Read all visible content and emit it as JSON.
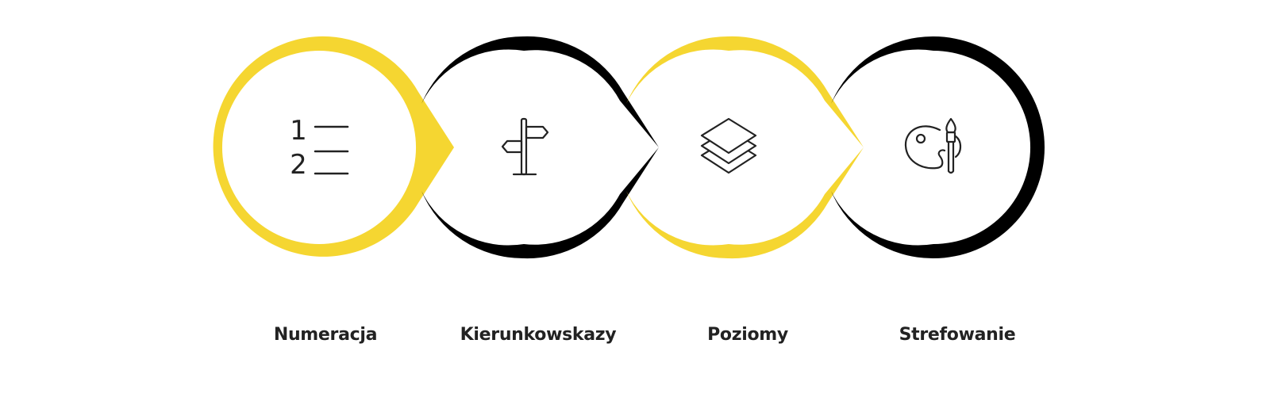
{
  "colors": {
    "yellow": "#f5d631",
    "black": "#000000",
    "icon": "#222222",
    "label": "#222222",
    "background": "#ffffff"
  },
  "steps": [
    {
      "label": "Numeracja",
      "icon": "numbered-list-icon",
      "ring_color": "yellow"
    },
    {
      "label": "Kierunkowskazy",
      "icon": "signpost-icon",
      "ring_color": "black"
    },
    {
      "label": "Poziomy",
      "icon": "layers-icon",
      "ring_color": "yellow"
    },
    {
      "label": "Strefowanie",
      "icon": "palette-icon",
      "ring_color": "black"
    }
  ]
}
